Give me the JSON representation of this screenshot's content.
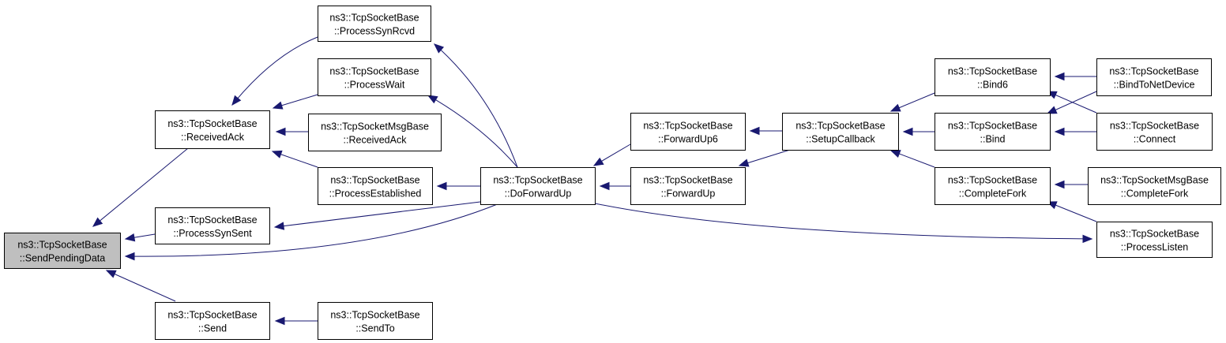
{
  "nodes": [
    {
      "id": "send_pending",
      "line1": "ns3::TcpSocketBase",
      "line2": "::SendPendingData",
      "root": true
    },
    {
      "id": "received_ack",
      "line1": "ns3::TcpSocketBase",
      "line2": "::ReceivedAck"
    },
    {
      "id": "process_syn_sent",
      "line1": "ns3::TcpSocketBase",
      "line2": "::ProcessSynSent"
    },
    {
      "id": "send",
      "line1": "ns3::TcpSocketBase",
      "line2": "::Send"
    },
    {
      "id": "process_syn_rcvd",
      "line1": "ns3::TcpSocketBase",
      "line2": "::ProcessSynRcvd"
    },
    {
      "id": "process_wait",
      "line1": "ns3::TcpSocketBase",
      "line2": "::ProcessWait"
    },
    {
      "id": "msg_received_ack",
      "line1": "ns3::TcpSocketMsgBase",
      "line2": "::ReceivedAck"
    },
    {
      "id": "process_established",
      "line1": "ns3::TcpSocketBase",
      "line2": "::ProcessEstablished"
    },
    {
      "id": "send_to",
      "line1": "ns3::TcpSocketBase",
      "line2": "::SendTo"
    },
    {
      "id": "do_forward_up",
      "line1": "ns3::TcpSocketBase",
      "line2": "::DoForwardUp"
    },
    {
      "id": "forward_up6",
      "line1": "ns3::TcpSocketBase",
      "line2": "::ForwardUp6"
    },
    {
      "id": "forward_up",
      "line1": "ns3::TcpSocketBase",
      "line2": "::ForwardUp"
    },
    {
      "id": "setup_callback",
      "line1": "ns3::TcpSocketBase",
      "line2": "::SetupCallback"
    },
    {
      "id": "bind6",
      "line1": "ns3::TcpSocketBase",
      "line2": "::Bind6"
    },
    {
      "id": "bind",
      "line1": "ns3::TcpSocketBase",
      "line2": "::Bind"
    },
    {
      "id": "complete_fork",
      "line1": "ns3::TcpSocketBase",
      "line2": "::CompleteFork"
    },
    {
      "id": "bind_to_net_device",
      "line1": "ns3::TcpSocketBase",
      "line2": "::BindToNetDevice"
    },
    {
      "id": "connect",
      "line1": "ns3::TcpSocketBase",
      "line2": "::Connect"
    },
    {
      "id": "msg_complete_fork",
      "line1": "ns3::TcpSocketMsgBase",
      "line2": "::CompleteFork"
    },
    {
      "id": "process_listen",
      "line1": "ns3::TcpSocketBase",
      "line2": "::ProcessListen"
    }
  ],
  "edges": [
    {
      "from": "received_ack",
      "to": "send_pending"
    },
    {
      "from": "process_syn_sent",
      "to": "send_pending"
    },
    {
      "from": "do_forward_up",
      "to": "send_pending"
    },
    {
      "from": "send",
      "to": "send_pending"
    },
    {
      "from": "process_syn_rcvd",
      "to": "received_ack"
    },
    {
      "from": "process_wait",
      "to": "received_ack"
    },
    {
      "from": "msg_received_ack",
      "to": "received_ack"
    },
    {
      "from": "process_established",
      "to": "received_ack"
    },
    {
      "from": "do_forward_up",
      "to": "process_syn_sent"
    },
    {
      "from": "send_to",
      "to": "send"
    },
    {
      "from": "do_forward_up",
      "to": "process_syn_rcvd"
    },
    {
      "from": "do_forward_up",
      "to": "process_wait"
    },
    {
      "from": "do_forward_up",
      "to": "process_established"
    },
    {
      "from": "forward_up6",
      "to": "do_forward_up"
    },
    {
      "from": "forward_up",
      "to": "do_forward_up"
    },
    {
      "from": "setup_callback",
      "to": "forward_up6"
    },
    {
      "from": "setup_callback",
      "to": "forward_up"
    },
    {
      "from": "bind6",
      "to": "setup_callback"
    },
    {
      "from": "bind",
      "to": "setup_callback"
    },
    {
      "from": "complete_fork",
      "to": "setup_callback"
    },
    {
      "from": "bind_to_net_device",
      "to": "bind6"
    },
    {
      "from": "connect",
      "to": "bind6"
    },
    {
      "from": "bind_to_net_device",
      "to": "bind"
    },
    {
      "from": "connect",
      "to": "bind"
    },
    {
      "from": "msg_complete_fork",
      "to": "complete_fork"
    },
    {
      "from": "process_listen",
      "to": "complete_fork"
    },
    {
      "from": "do_forward_up",
      "to": "process_listen"
    }
  ],
  "colors": {
    "edge": "#191970",
    "root_fill": "#bfbfbf",
    "node_fill": "#ffffff",
    "border": "#000000"
  }
}
